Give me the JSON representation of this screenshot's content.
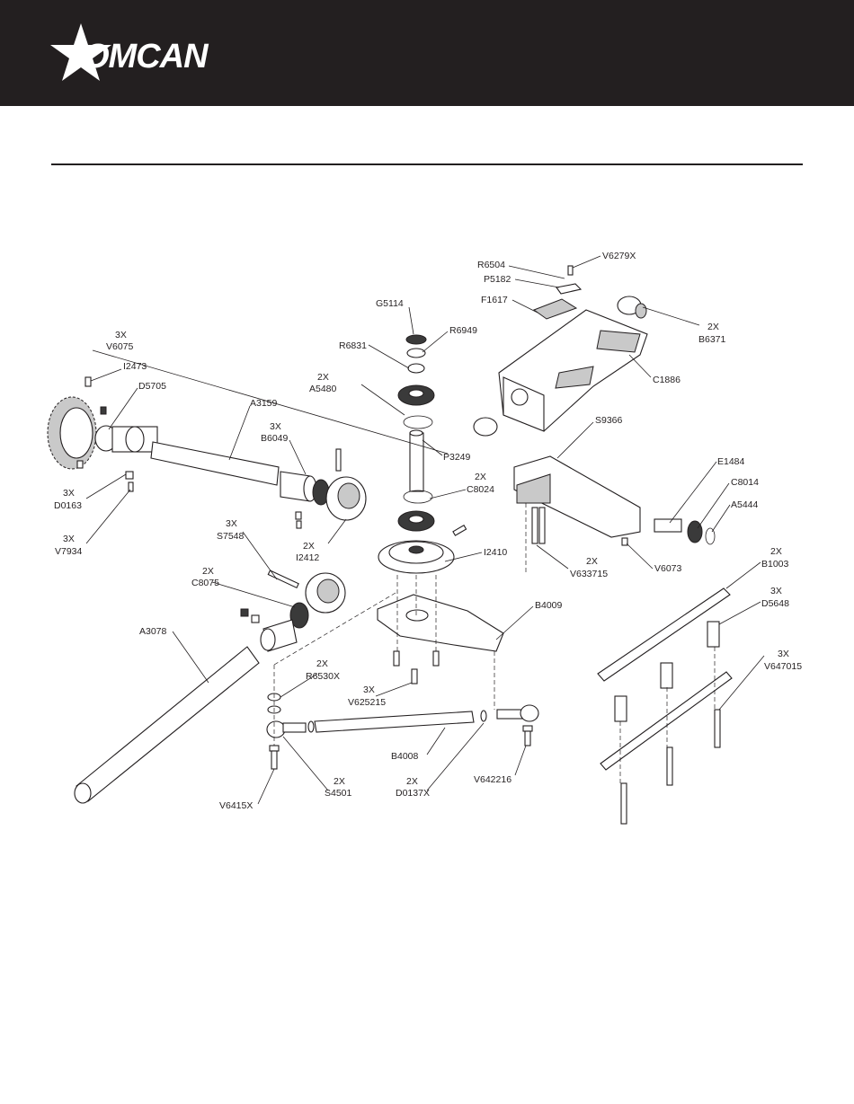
{
  "header": {
    "brand": "OMCAN",
    "logo_icon": "star-icon",
    "background": "#231f20"
  },
  "labels": [
    {
      "id": "V6279X",
      "text": "V6279X"
    },
    {
      "id": "R6504",
      "text": "R6504"
    },
    {
      "id": "P5182",
      "text": "P5182"
    },
    {
      "id": "F1617",
      "text": "F1617"
    },
    {
      "id": "G5114",
      "text": "G5114"
    },
    {
      "id": "R6949",
      "text": "R6949"
    },
    {
      "id": "R6831",
      "text": "R6831"
    },
    {
      "id": "B6371q",
      "text": "2X"
    },
    {
      "id": "B6371",
      "text": "B6371"
    },
    {
      "id": "V6075q",
      "text": "3X"
    },
    {
      "id": "V6075",
      "text": "V6075"
    },
    {
      "id": "I2473",
      "text": "I2473"
    },
    {
      "id": "A5480q",
      "text": "2X"
    },
    {
      "id": "A5480",
      "text": "A5480"
    },
    {
      "id": "C1886",
      "text": "C1886"
    },
    {
      "id": "D5705",
      "text": "D5705"
    },
    {
      "id": "A3159",
      "text": "A3159"
    },
    {
      "id": "S9366",
      "text": "S9366"
    },
    {
      "id": "B6049q",
      "text": "3X"
    },
    {
      "id": "B6049",
      "text": "B6049"
    },
    {
      "id": "P3249",
      "text": "P3249"
    },
    {
      "id": "E1484",
      "text": "E1484"
    },
    {
      "id": "C8024q",
      "text": "2X"
    },
    {
      "id": "C8024",
      "text": "C8024"
    },
    {
      "id": "C8014",
      "text": "C8014"
    },
    {
      "id": "D0163q",
      "text": "3X"
    },
    {
      "id": "D0163",
      "text": "D0163"
    },
    {
      "id": "A5444",
      "text": "A5444"
    },
    {
      "id": "V7934q",
      "text": "3X"
    },
    {
      "id": "V7934",
      "text": "V7934"
    },
    {
      "id": "I2412q",
      "text": "2X"
    },
    {
      "id": "I2412",
      "text": "I2412"
    },
    {
      "id": "S7548q",
      "text": "3X"
    },
    {
      "id": "S7548",
      "text": "S7548"
    },
    {
      "id": "I2410",
      "text": "I2410"
    },
    {
      "id": "V633715q",
      "text": "2X"
    },
    {
      "id": "V633715",
      "text": "V633715"
    },
    {
      "id": "V6073",
      "text": "V6073"
    },
    {
      "id": "B1003q",
      "text": "2X"
    },
    {
      "id": "B1003",
      "text": "B1003"
    },
    {
      "id": "C8075q",
      "text": "2X"
    },
    {
      "id": "C8075",
      "text": "C8075"
    },
    {
      "id": "D5648q",
      "text": "3X"
    },
    {
      "id": "D5648",
      "text": "D5648"
    },
    {
      "id": "B4009",
      "text": "B4009"
    },
    {
      "id": "A3078",
      "text": "A3078"
    },
    {
      "id": "R6530Xq",
      "text": "2X"
    },
    {
      "id": "R6530X",
      "text": "R6530X"
    },
    {
      "id": "V647015q",
      "text": "3X"
    },
    {
      "id": "V647015",
      "text": "V647015"
    },
    {
      "id": "V625215q",
      "text": "3X"
    },
    {
      "id": "V625215",
      "text": "V625215"
    },
    {
      "id": "B4008",
      "text": "B4008"
    },
    {
      "id": "V642216",
      "text": "V642216"
    },
    {
      "id": "S4501q",
      "text": "2X"
    },
    {
      "id": "S4501",
      "text": "S4501"
    },
    {
      "id": "D0137Xq",
      "text": "2X"
    },
    {
      "id": "D0137X",
      "text": "D0137X"
    },
    {
      "id": "V6415X",
      "text": "V6415X"
    }
  ]
}
